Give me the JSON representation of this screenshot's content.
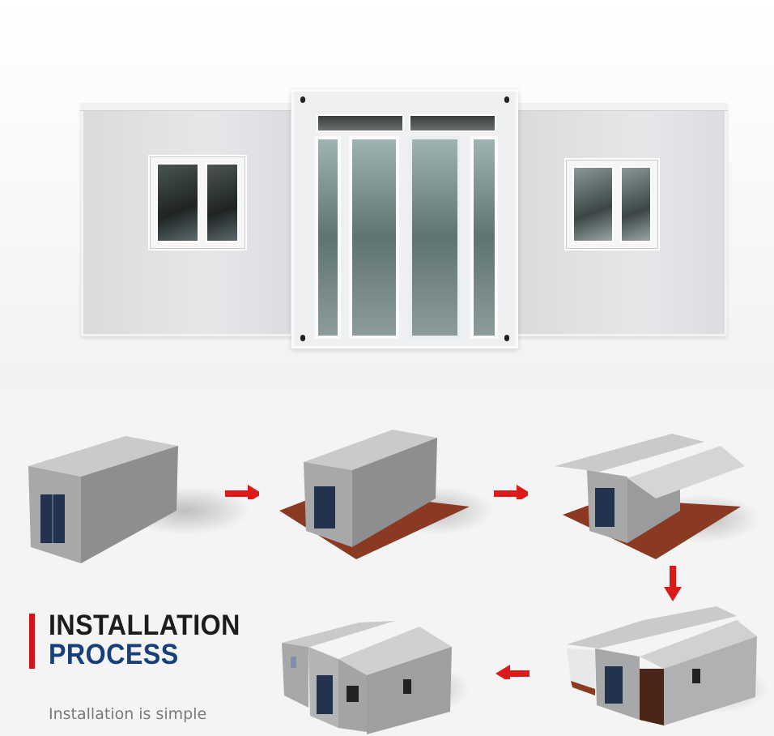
{
  "heading": {
    "line1": "INSTALLATION",
    "line2": "PROCESS",
    "subtitle": "Installation is simple",
    "accent_bar_color": "#d0141a",
    "line1_color": "#1c1c1c",
    "line2_color": "#17407a"
  },
  "hero": {
    "description": "Expanded foldable container house with central glass door unit and two side wings with windows"
  },
  "steps": [
    {
      "index": 1,
      "state": "folded-container"
    },
    {
      "index": 2,
      "state": "floor-unfolded"
    },
    {
      "index": 3,
      "state": "roof-panel-unfolding"
    },
    {
      "index": 4,
      "state": "walls-raising"
    },
    {
      "index": 5,
      "state": "fully-expanded-house"
    }
  ],
  "arrows": [
    {
      "from": 1,
      "to": 2,
      "direction": "right"
    },
    {
      "from": 2,
      "to": 3,
      "direction": "right"
    },
    {
      "from": 3,
      "to": 4,
      "direction": "down"
    },
    {
      "from": 4,
      "to": 5,
      "direction": "left"
    }
  ],
  "colors": {
    "arrow": "#dd1a1a",
    "floor": "#8a3a22",
    "panel": "#b9babc"
  }
}
